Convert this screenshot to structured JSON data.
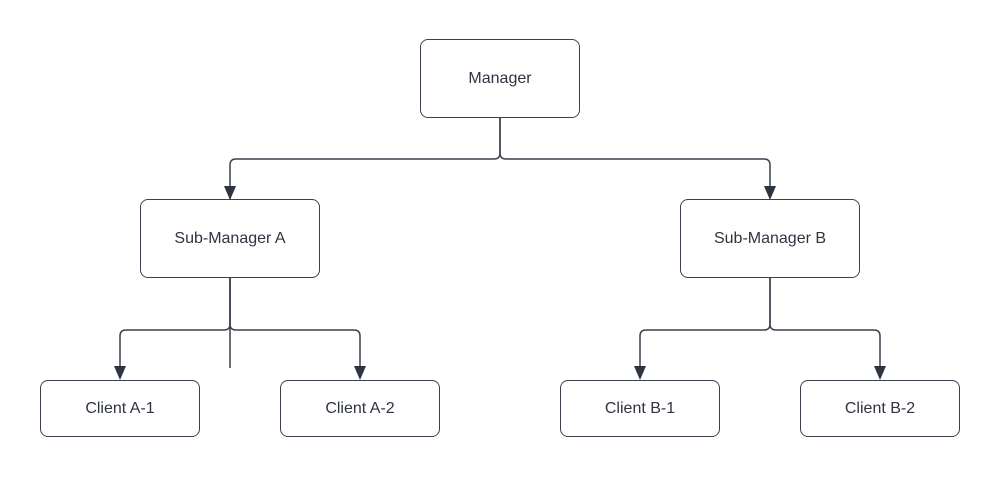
{
  "diagram": {
    "type": "tree",
    "colors": {
      "background": "#ffffff",
      "node_fill": "#ffffff",
      "node_border": "#3a414e",
      "text": "#2e3440",
      "connector": "#3a414e",
      "arrowhead": "#2e3440"
    },
    "nodes": [
      {
        "id": "manager",
        "label": "Manager"
      },
      {
        "id": "sub-manager-a",
        "label": "Sub-Manager A"
      },
      {
        "id": "sub-manager-b",
        "label": "Sub-Manager B"
      },
      {
        "id": "client-a-1",
        "label": "Client A-1"
      },
      {
        "id": "client-a-2",
        "label": "Client A-2"
      },
      {
        "id": "client-b-1",
        "label": "Client B-1"
      },
      {
        "id": "client-b-2",
        "label": "Client B-2"
      }
    ],
    "edges": [
      {
        "from": "Manager",
        "to": "Sub-Manager A",
        "arrow": "filled-triangle-down"
      },
      {
        "from": "Manager",
        "to": "Sub-Manager B",
        "arrow": "filled-triangle-down"
      },
      {
        "from": "Sub-Manager A",
        "to": "Client A-1",
        "arrow": "filled-triangle-down"
      },
      {
        "from": "Sub-Manager A",
        "to": "Client A-2",
        "arrow": "filled-triangle-down"
      },
      {
        "from": "Sub-Manager B",
        "to": "Client B-1",
        "arrow": "filled-triangle-down"
      },
      {
        "from": "Sub-Manager B",
        "to": "Client B-2",
        "arrow": "filled-triangle-down"
      }
    ]
  }
}
